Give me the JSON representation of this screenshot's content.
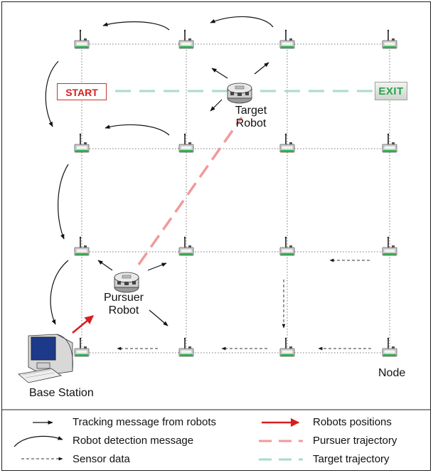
{
  "diagram": {
    "start_label": "START",
    "exit_label": "EXIT",
    "target_robot_label_line1": "Target",
    "target_robot_label_line2": "Robot",
    "pursuer_robot_label_line1": "Pursuer",
    "pursuer_robot_label_line2": "Robot",
    "base_station_label": "Base Station",
    "node_label": "Node"
  },
  "legend": {
    "tracking_message": "Tracking message from robots",
    "robot_detection": "Robot detection message",
    "sensor_data": "Sensor data",
    "robots_positions": "Robots positions",
    "pursuer_trajectory": "Pursuer trajectory",
    "target_trajectory": "Target trajectory"
  },
  "colors": {
    "red_arrow": "#d62020",
    "pursuer_trajectory": "#f19a9a",
    "target_trajectory": "#a9dcc8",
    "node_green": "#2bb34a"
  }
}
